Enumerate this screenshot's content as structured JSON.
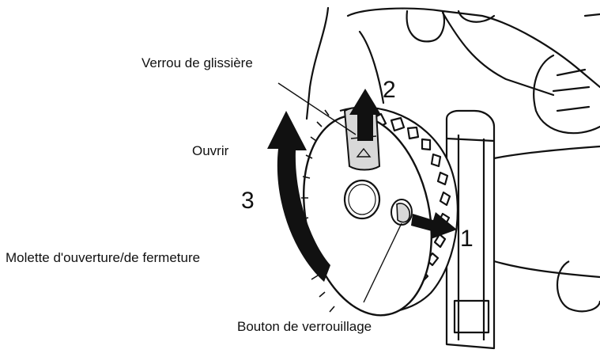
{
  "labels": {
    "slide_lock": "Verrou de glissière",
    "open": "Ouvrir",
    "dial": "Molette d'ouverture/de fermeture",
    "lock_button": "Bouton de verrouillage"
  },
  "steps": {
    "one": "1",
    "two": "2",
    "three": "3"
  },
  "colors": {
    "ink": "#111111",
    "body_fill": "#ffffff",
    "shade": "#d8d8d8",
    "arrow": "#111111"
  }
}
